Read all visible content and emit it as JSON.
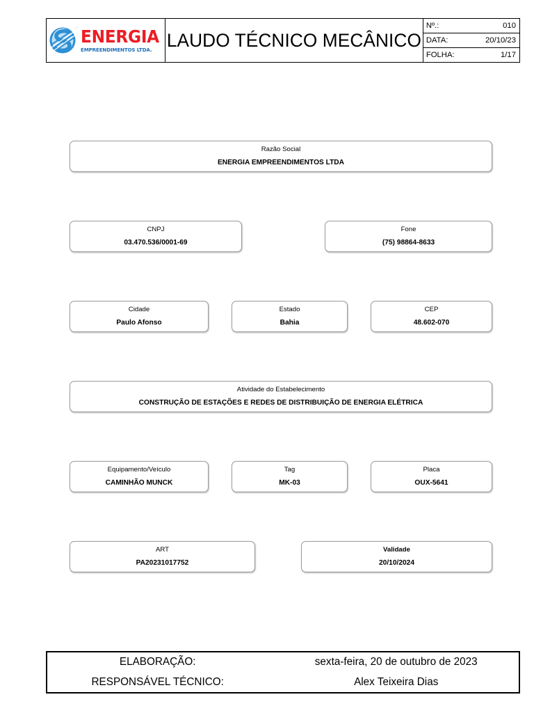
{
  "header": {
    "logo": {
      "mark_icon": "energia-swoosh-emblem",
      "brand": "ENERGIA",
      "tagline": "EMPREENDIMENTOS LTDA.",
      "brand_color": "#ED1C24",
      "tagline_color": "#1B6FBA"
    },
    "title": "LAUDO TÉCNICO MECÂNICO",
    "meta": [
      {
        "label": "Nº.:",
        "value": "010"
      },
      {
        "label": "DATA:",
        "value": "20/10/23"
      },
      {
        "label": "FOLHA:",
        "value": "1/17"
      }
    ]
  },
  "fields": [
    {
      "name": "razao-social",
      "label": "Razão Social",
      "value": "ENERGIA EMPREENDIMENTOS LTDA",
      "label_bold": false
    },
    {
      "name": "cnpj",
      "label": "CNPJ",
      "value": "03.470.536/0001-69",
      "label_bold": false
    },
    {
      "name": "fone",
      "label": "Fone",
      "value": "(75) 98864-8633",
      "label_bold": false
    },
    {
      "name": "cidade",
      "label": "Cidade",
      "value": "Paulo Afonso",
      "label_bold": false
    },
    {
      "name": "estado",
      "label": "Estado",
      "value": "Bahia",
      "label_bold": false
    },
    {
      "name": "cep",
      "label": "CEP",
      "value": "48.602-070",
      "label_bold": false
    },
    {
      "name": "atividade-estabelecimento",
      "label": "Atividade do Estabelecimento",
      "value": "CONSTRUÇÃO DE ESTAÇÕES E REDES DE DISTRIBUIÇÃO DE ENERGIA ELÉTRICA",
      "label_bold": false
    },
    {
      "name": "equipamento-veiculo",
      "label": "Equipamento/Veículo",
      "value": "CAMINHÃO MUNCK",
      "label_bold": false
    },
    {
      "name": "tag",
      "label": "Tag",
      "value": "MK-03",
      "label_bold": false
    },
    {
      "name": "placa",
      "label": "Placa",
      "value": "OUX-5641",
      "label_bold": false
    },
    {
      "name": "art",
      "label": "ART",
      "value": "PA20231017752",
      "label_bold": false
    },
    {
      "name": "validade",
      "label": "Validade",
      "value": "20/10/2024",
      "label_bold": true
    }
  ],
  "footer": {
    "rows": [
      {
        "key": "ELABORAÇÃO:",
        "value": "sexta-feira, 20 de outubro de 2023"
      },
      {
        "key": "RESPONSÁVEL TÉCNICO:",
        "value": "Alex Teixeira Dias"
      }
    ]
  }
}
